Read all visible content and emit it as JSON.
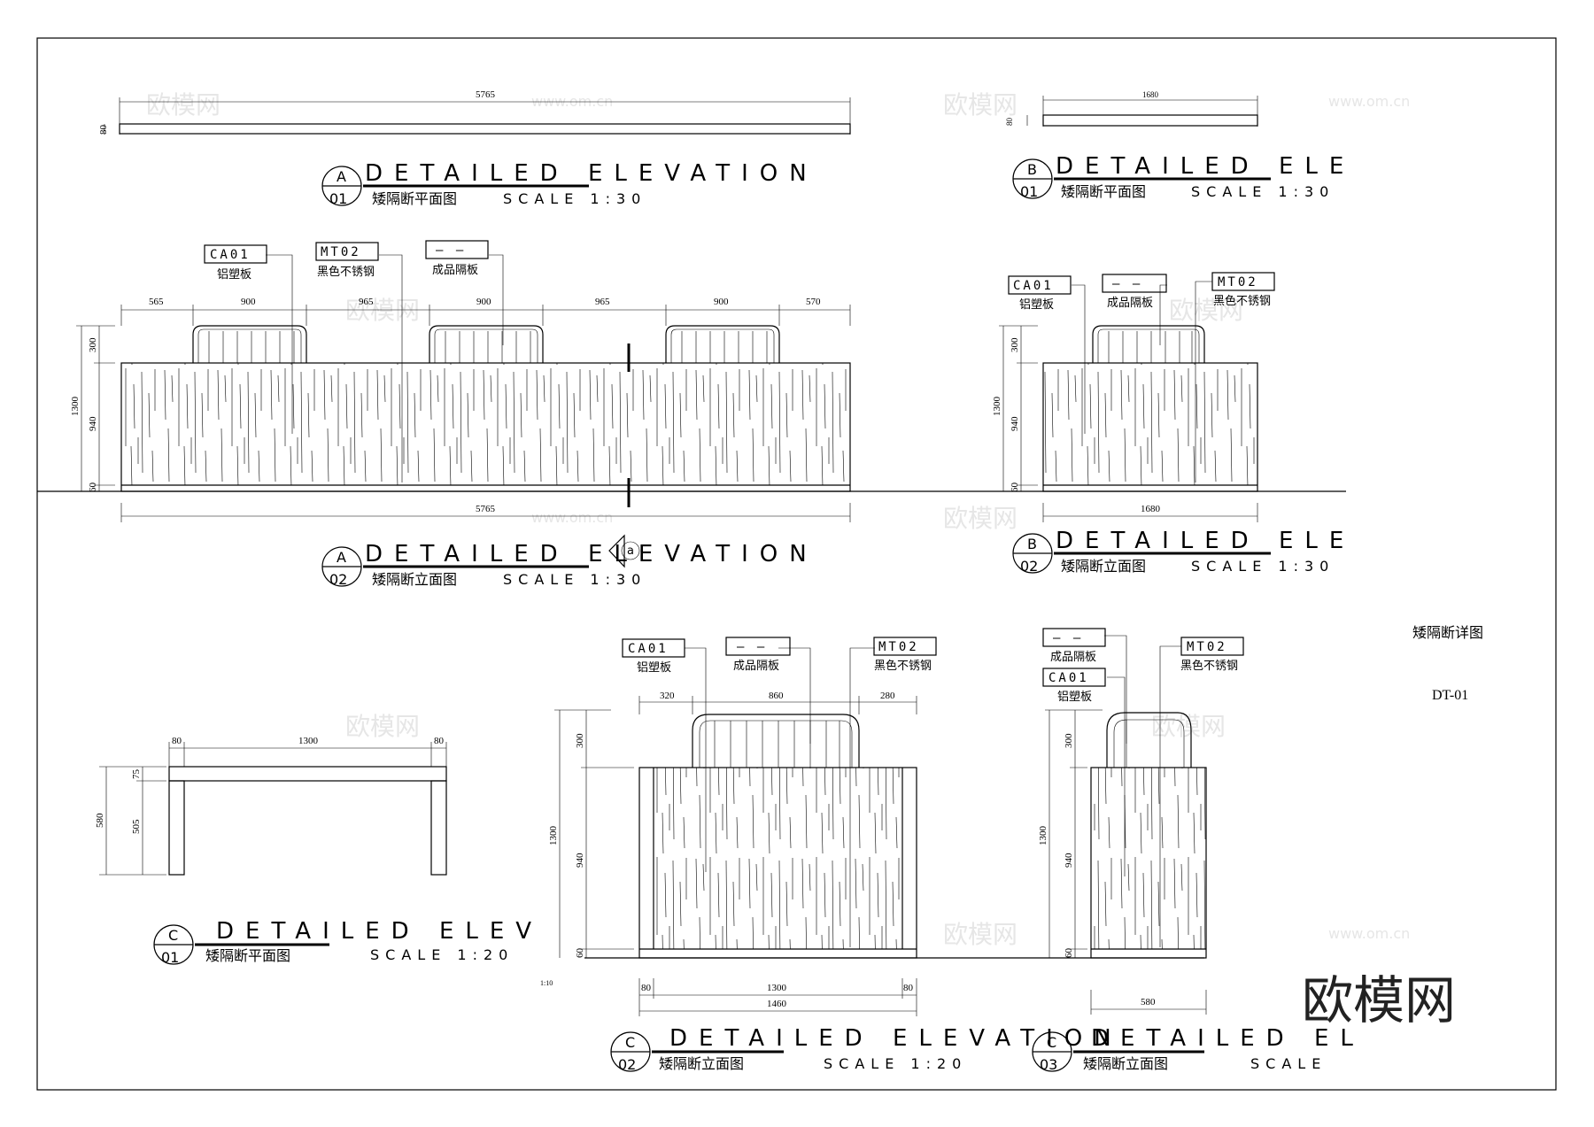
{
  "watermark": {
    "brand": "欧模网",
    "site": "www.om.cn",
    "big": "欧模网"
  },
  "drawing": {
    "title": "矮隔断详图",
    "number": "DT-01",
    "detail_marker": "a",
    "scale_note": "1:10"
  },
  "titles": {
    "a01": {
      "letter": "A",
      "num": "01",
      "text": "DETAILED ELEVATION",
      "sub": "矮隔断平面图",
      "scale": "SCALE 1:30"
    },
    "a02": {
      "letter": "A",
      "num": "02",
      "text": "DETAILED ELEVATION",
      "sub": "矮隔断立面图",
      "scale": "SCALE 1:30"
    },
    "b01": {
      "letter": "B",
      "num": "01",
      "text": "DETAILED ELE",
      "sub": "矮隔断平面图",
      "scale": "SCALE 1:30"
    },
    "b02": {
      "letter": "B",
      "num": "02",
      "text": "DETAILED ELE",
      "sub": "矮隔断立面图",
      "scale": "SCALE 1:30"
    },
    "c01": {
      "letter": "C",
      "num": "01",
      "text": "DETAILED ELEV",
      "sub": "矮隔断平面图",
      "scale": "SCALE 1:20"
    },
    "c02": {
      "letter": "C",
      "num": "02",
      "text": "DETAILED ELEVATION",
      "sub": "矮隔断立面图",
      "scale": "SCALE 1:20"
    },
    "c03": {
      "letter": "C",
      "num": "03",
      "text": "DETAILED EL",
      "sub": "矮隔断立面图",
      "scale": "SCALE"
    }
  },
  "tags": {
    "ca": "CA01",
    "mt": "MT02",
    "na": "— —"
  },
  "notes": {
    "ca": "铝塑板",
    "mt": "黑色不锈钢",
    "na": "成品隔板"
  },
  "dims": {
    "a_total": "5765",
    "a_h80": "80",
    "a_seg": [
      "565",
      "900",
      "965",
      "900",
      "965",
      "900",
      "570"
    ],
    "h1300": "1300",
    "h300": "300",
    "h940": "940",
    "h60": "60",
    "b_total": "1680",
    "b_h80": "80",
    "c01_80": "80",
    "c01_1300": "1300",
    "c01_580": "580",
    "c01_75": "75",
    "c01_505": "505",
    "c02_320": "320",
    "c02_860": "860",
    "c02_280": "280",
    "c02_1300": "1300",
    "c02_1460": "1460",
    "c03_580": "580"
  }
}
